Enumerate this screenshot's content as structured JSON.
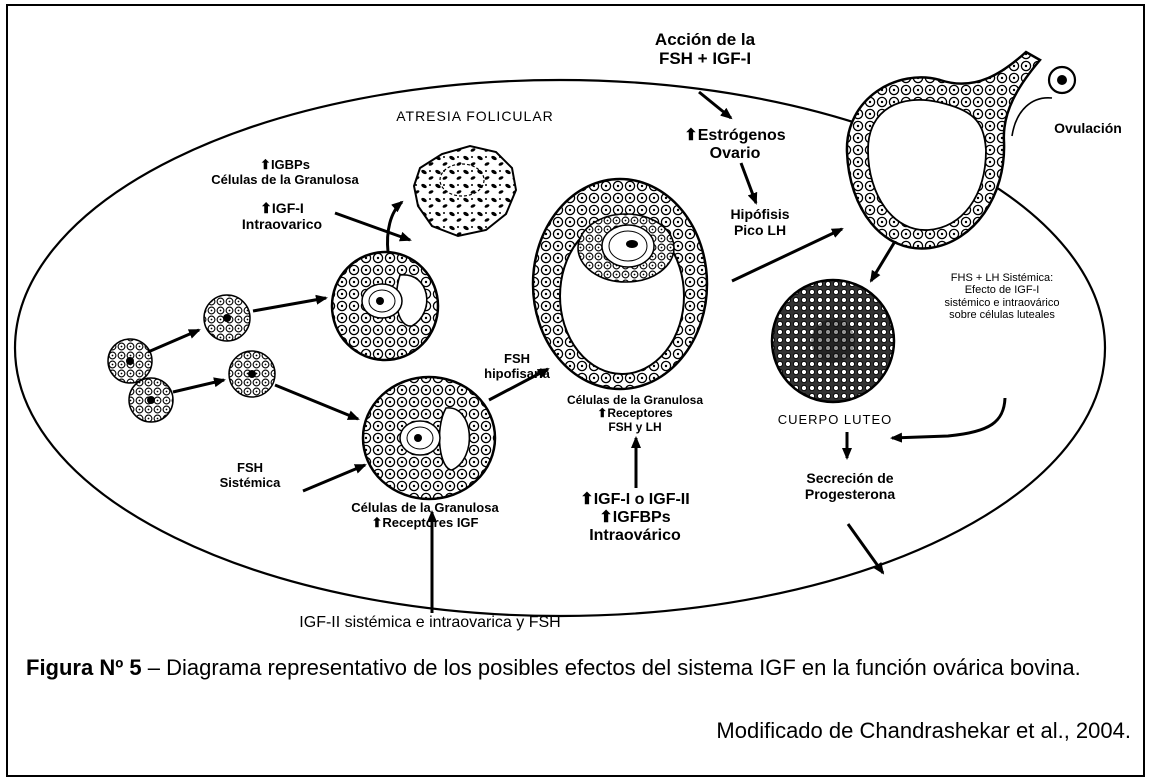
{
  "labels": {
    "accion": [
      "Acción de la",
      "FSH + IGF-I"
    ],
    "estrogenos": [
      "⬆Estrógenos",
      "Ovario"
    ],
    "hipofisis": [
      "Hipófisis",
      "Pico LH"
    ],
    "ovulacion": "Ovulación",
    "atresia": "ATRESIA FOLICULAR",
    "igbps": [
      "⬆IGBPs",
      "Células de la Granulosa"
    ],
    "igf_intra": [
      "⬆IGF-I",
      "Intraovarico"
    ],
    "fsh_hipo": [
      "FSH",
      "hipofisaria"
    ],
    "gran_mid": [
      "Células de la Granulosa",
      "⬆Receptores",
      "FSH y LH"
    ],
    "fhs_lh": [
      "FHS + LH Sistémica:",
      "Efecto de IGF-I",
      "sistémico e intraovárico",
      "sobre células luteales"
    ],
    "cuerpo": "CUERPO LUTEO",
    "secrecion": [
      "Secreción de",
      "Progesterona"
    ],
    "fsh_sis": [
      "FSH",
      "Sistémica"
    ],
    "gran_low": [
      "Células de la Granulosa",
      "⬆Receptores IGF"
    ],
    "igf_bottom": [
      "⬆IGF-I o IGF-II",
      "⬆IGFBPs",
      "Intraovárico"
    ],
    "igf_systemic": "IGF-II sistémica e intraovarica y FSH"
  },
  "caption": {
    "label": "Figura Nº 5",
    "text": " – Diagrama representativo de los posibles efectos del sistema IGF en la función ovárica bovina.",
    "credit": "Modificado de Chandrashekar et al., 2004."
  }
}
